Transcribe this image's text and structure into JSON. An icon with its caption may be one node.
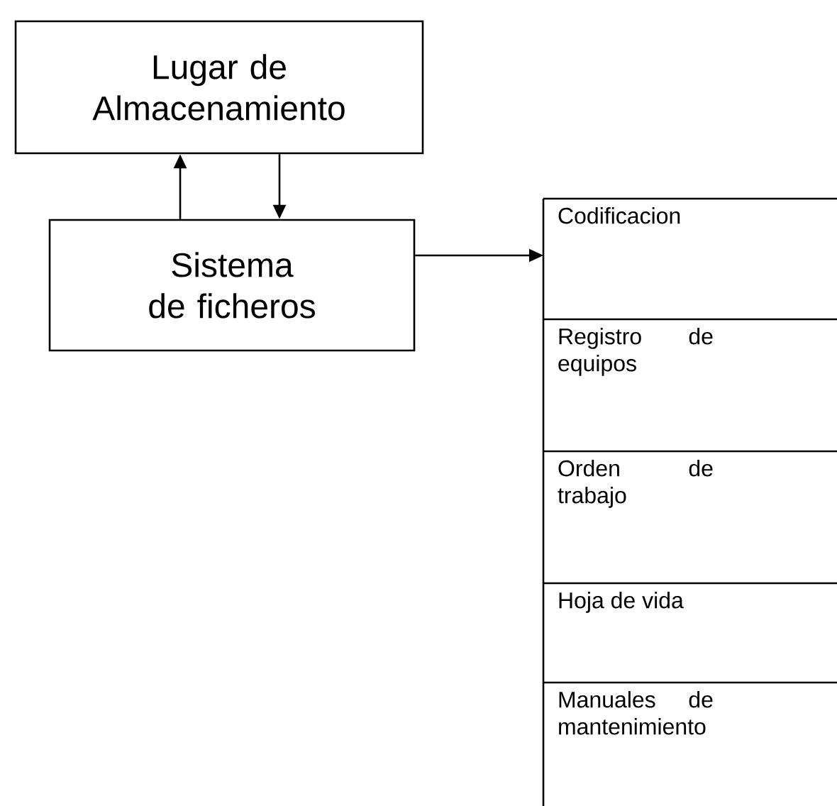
{
  "diagram": {
    "nodes": [
      {
        "text": [
          "Lugar de Almacenamiento"
        ]
      },
      {
        "text": [
          "Sistema de ficheros"
        ]
      },
      {
        "text": [
          "Codificacion"
        ]
      },
      {
        "text": [
          "Registro de equipos"
        ]
      },
      {
        "text": [
          "Orden de trabajo"
        ]
      },
      {
        "text": [
          "Hoja de vida"
        ]
      },
      {
        "text": [
          "Manuales de mantenimiento"
        ]
      }
    ],
    "edges": [
      {
        "from": 1,
        "to": 0,
        "arrow": "to"
      },
      {
        "from": 0,
        "to": 1,
        "arrow": "to"
      },
      {
        "from": 1,
        "to": 2,
        "arrow": "to"
      }
    ]
  }
}
